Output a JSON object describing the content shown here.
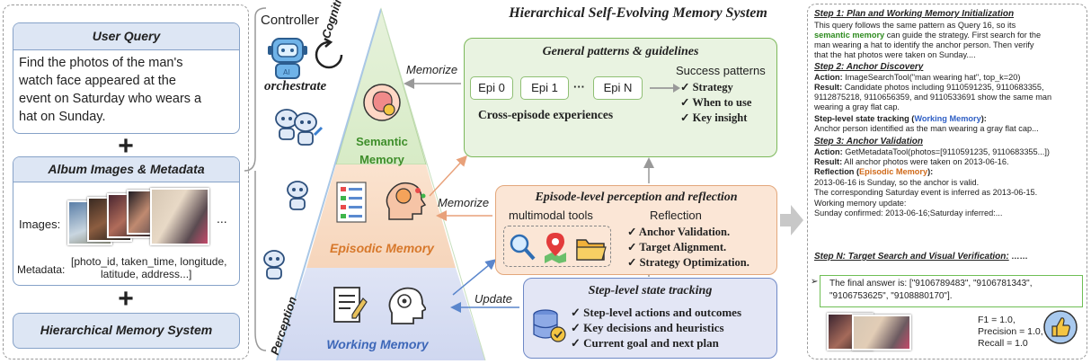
{
  "title": "Hierarchical Self-Evolving Memory System",
  "left": {
    "user_query": {
      "header": "User Query",
      "lines": [
        "Find the photos of the man's",
        "watch face appeared at the",
        "event on Saturday who wears a",
        "hat on Sunday."
      ]
    },
    "plus": "+",
    "album": {
      "header": "Album Images & Metadata",
      "images_label": "Images:",
      "ellipsis": "...",
      "metadata_label": "Metadata:",
      "metadata_line1": "[photo_id, taken_time, longitude,",
      "metadata_line2": "latitude, address...]"
    },
    "memory_system": "Hierarchical Memory System"
  },
  "controller": {
    "label": "Controller",
    "orchestrate": "orchestrate",
    "cognition": "Cognition",
    "perception": "Perception"
  },
  "pyramid": {
    "semantic_line1": "Semantic",
    "semantic_line2": "Memory",
    "episodic": "Episodic Memory",
    "working": "Working Memory"
  },
  "general": {
    "title": "General patterns & guidelines",
    "episodes": [
      "Epi 0",
      "Epi 1",
      "Epi N"
    ],
    "dots": "···",
    "caption": "Cross-episode experiences",
    "success_title": "Success patterns",
    "items": [
      "Strategy",
      "When to use",
      "Key insight"
    ]
  },
  "episode": {
    "title": "Episode-level perception and reflection",
    "tools_label": "multimodal tools",
    "reflection_title": "Reflection",
    "items": [
      "Anchor Validation.",
      "Target Alignment.",
      "Strategy Optimization."
    ]
  },
  "step": {
    "title": "Step-level state tracking",
    "items": [
      "Step-level actions and outcomes",
      "Key decisions and heuristics",
      "Current goal and next plan"
    ]
  },
  "arrows": {
    "memorize_1": "Memorize",
    "memorize_2": "Memorize",
    "update": "Update"
  },
  "check": "✓",
  "right": {
    "s1_title": "Step 1: Plan and Working Memory Initialization",
    "s1_l1": "This query follows the same pattern as Query 16, so its",
    "s1_l2_pre": "",
    "s1_l2_hl": "semantic memory",
    "s1_l2_post": " can guide the strategy. First search for the",
    "s1_l3": "man wearing a hat to identify the anchor person. Then verify",
    "s1_l4": "that the hat photos were taken on Sunday....",
    "s2_title": "Step 2: Anchor Discovery",
    "s2_action_label": "Action:",
    "s2_action": " ImageSearchTool(\"man wearing hat\", top_k=20)",
    "s2_result_label": "Result:",
    "s2_result_l1": " Candidate photos including 9110591235, 9110683355,",
    "s2_result_l2": "9112875218, 9110656359, and 9110533691 show the same man",
    "s2_result_l3": "wearing a gray flat cap.",
    "s2_track_label": "Step-level state tracking (",
    "s2_track_hl": "Working Memory",
    "s2_track_end": "):",
    "s2_track_text": "Anchor person identified as the man wearing a gray flat cap...",
    "s3_title": "Step 3: Anchor Validation",
    "s3_action_label": "Action:",
    "s3_action": " GetMetadataTool(photos=[9110591235, 9110683355...])",
    "s3_result_label": "Result:",
    "s3_result": " All anchor photos were taken on 2013-06-16.",
    "s3_refl_label": "Reflection (",
    "s3_refl_hl": "Episodic Memory",
    "s3_refl_end": "):",
    "s3_l1": "2013-06-16 is Sunday, so the anchor is valid.",
    "s3_l2": "The corresponding Saturday event is inferred as 2013-06-15.",
    "s3_l3": "Working memory update:",
    "s3_l4": "Sunday confirmed: 2013-06-16;Saturday inferred:...",
    "sn_title": "Step N: Target Search and Visual Verification:",
    "sn_dots": " ……",
    "answer_bullet": "➢",
    "answer_l1": "The final answer is: [\"9106789483\", \"9106781343\",",
    "answer_l2": "\"9106753625\", \"9108880170\"].",
    "f1": "F1 = 1.0,",
    "precision": "Precision = 1.0,",
    "recall": "Recall = 1.0"
  },
  "colors": {
    "semantic": "#3e8e2a",
    "episodic": "#d7782b",
    "working": "#3d67b8",
    "highlight_green": "#2e8b1f",
    "highlight_blue": "#2f5fc4",
    "highlight_orange": "#d06a1a"
  },
  "icons": [
    "robot-icon",
    "cycle-arrow-icon",
    "brain-gear-icon",
    "checklist-icon",
    "document-pen-icon",
    "head-gear-icon",
    "database-check-icon",
    "magnifier-icon",
    "map-pin-icon",
    "folder-icon",
    "thumbs-up-icon"
  ]
}
